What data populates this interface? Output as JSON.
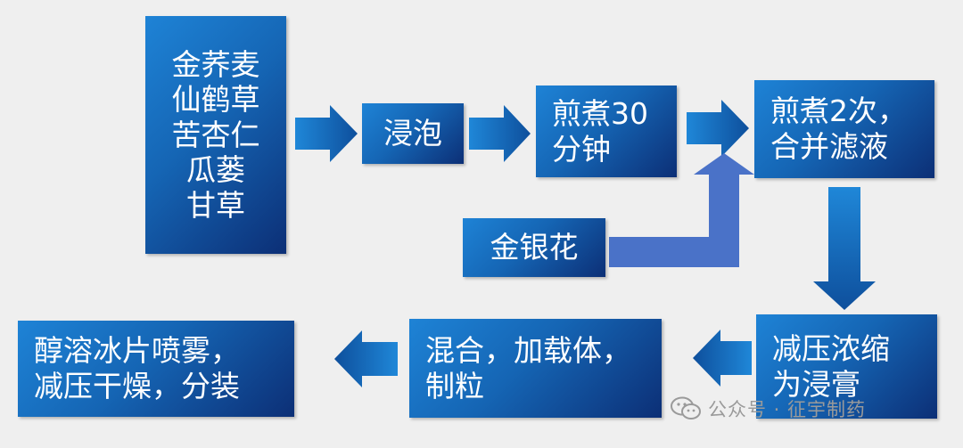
{
  "nodes": {
    "herbs": {
      "lines": [
        "金荞麦",
        "仙鹤草",
        "苦杏仁",
        "瓜蒌",
        "甘草"
      ]
    },
    "soak": {
      "lines": [
        "浸泡"
      ]
    },
    "decoct30": {
      "lines": [
        "煎煮30",
        "分钟"
      ]
    },
    "decoct_twice": {
      "lines": [
        "煎煮2次，",
        "合并滤液"
      ]
    },
    "honeysuckle": {
      "lines": [
        "金银花"
      ]
    },
    "concentrate": {
      "lines": [
        "减压浓缩",
        "为浸膏"
      ]
    },
    "mix": {
      "lines": [
        "混合，加载体，",
        "制粒"
      ]
    },
    "final": {
      "lines": [
        "醇溶冰片喷雾，",
        "减压干燥，分装"
      ]
    }
  },
  "watermark": {
    "text": "公众号 · 征宇制药",
    "icon": "wechat-icon"
  },
  "colors": {
    "background": "#efefef",
    "box_light": "#1e83d6",
    "box_dark": "#0c2f76",
    "arrow_light": "#1f87d8",
    "arrow_dark": "#0e4f9c",
    "connector": "#4a72c8",
    "watermark": "#9a9a9a"
  }
}
